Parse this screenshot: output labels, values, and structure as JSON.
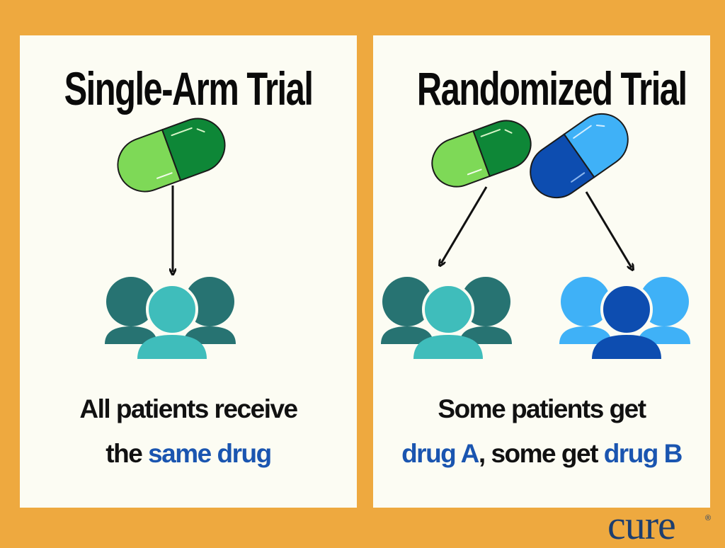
{
  "left_panel": {
    "title": "Single-Arm Trial",
    "caption_line1": "All patients receive",
    "caption_line2_prefix": "the ",
    "caption_line2_highlight": "same drug"
  },
  "right_panel": {
    "title": "Randomized Trial",
    "caption_line1": "Some patients get",
    "caption_line2_highlight_a": "drug A",
    "caption_line2_middle": ", some get ",
    "caption_line2_highlight_b": "drug B"
  },
  "logo": {
    "text": "cure",
    "mark": "®"
  },
  "colors": {
    "background": "#EEA93F",
    "panel": "#FCFCF3",
    "highlight_text": "#1A55B0",
    "green_pill_light": "#7ED957",
    "green_pill_dark": "#0E8737",
    "blue_pill_light": "#3FB1F7",
    "blue_pill_dark": "#0D4DB0",
    "teal_back": "#277372",
    "teal_front": "#3FBDBB",
    "blue_back": "#3FB1F7",
    "blue_front": "#0D4DB0",
    "logo": "#1D3E6E"
  },
  "icons": [
    "green-capsule-icon",
    "blue-capsule-icon",
    "teal-patient-group-icon",
    "blue-patient-group-icon",
    "arrow-down-icon"
  ]
}
